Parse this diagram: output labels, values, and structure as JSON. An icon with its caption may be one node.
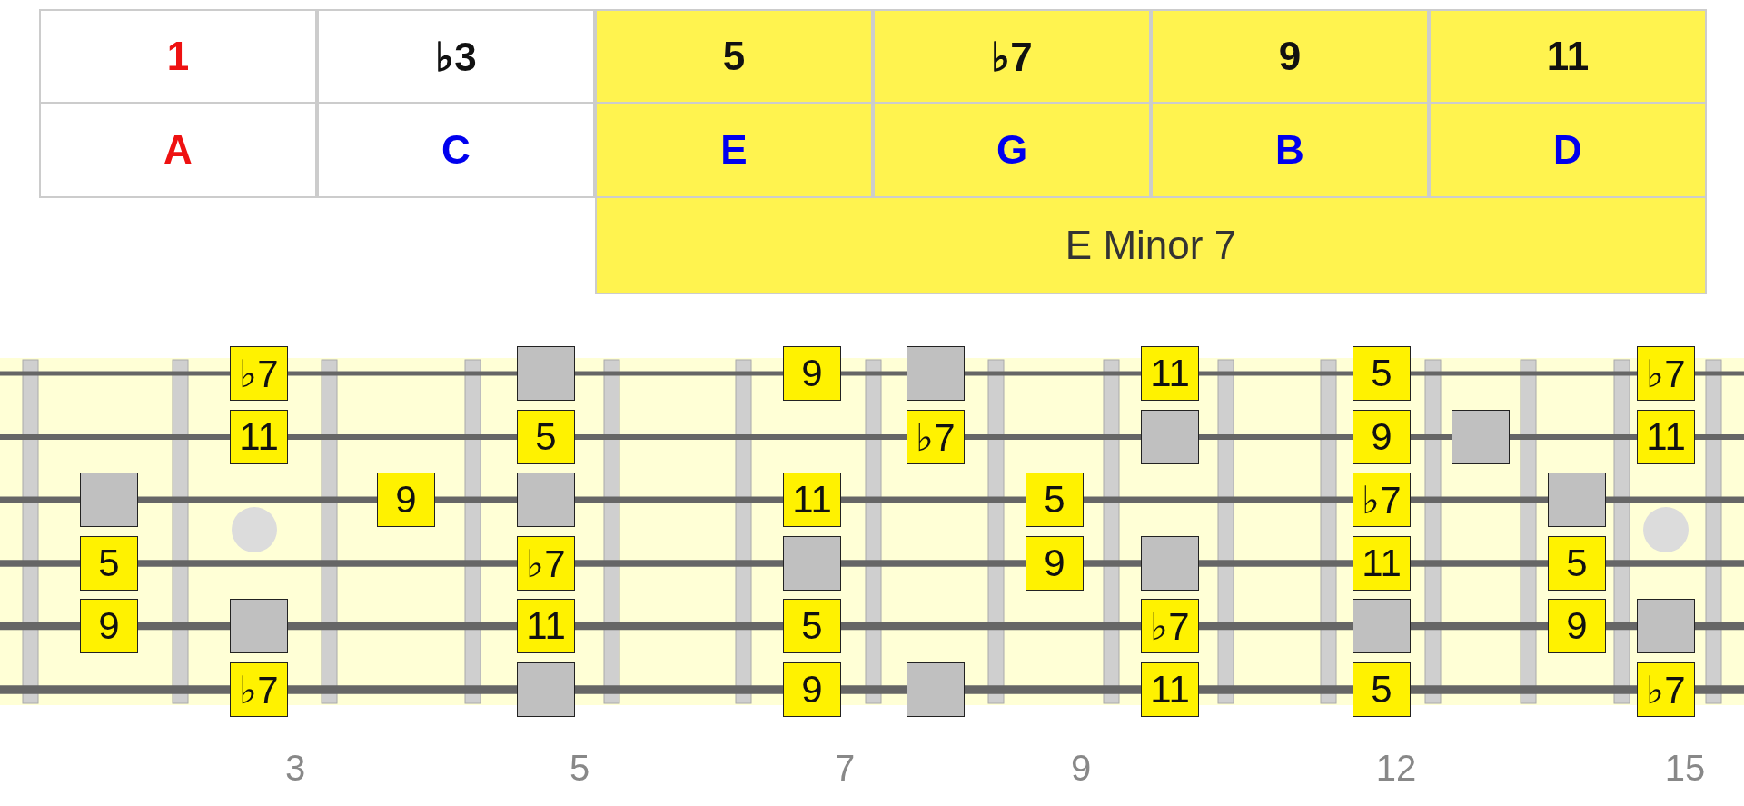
{
  "diagram": {
    "nodes": [
      {
        "text": [
          "♭7"
        ]
      },
      {
        "text": [],
        "shape": "box"
      },
      {
        "text": [
          "9"
        ]
      },
      {
        "text": [],
        "shape": "box"
      },
      {
        "text": [
          "11"
        ]
      },
      {
        "text": [
          "5"
        ]
      },
      {
        "text": [
          "♭7"
        ]
      },
      {
        "text": [
          "11"
        ]
      },
      {
        "text": [
          "5"
        ]
      },
      {
        "text": [
          "♭7"
        ]
      },
      {
        "text": [],
        "shape": "box"
      },
      {
        "text": [
          "9"
        ]
      },
      {
        "text": [],
        "shape": "box"
      },
      {
        "text": [
          "11"
        ]
      },
      {
        "text": [],
        "shape": "box"
      },
      {
        "text": [
          "9"
        ]
      },
      {
        "text": [],
        "shape": "box"
      },
      {
        "text": [
          "11"
        ]
      },
      {
        "text": [
          "5"
        ]
      },
      {
        "text": [
          "♭7"
        ]
      },
      {
        "text": [],
        "shape": "box"
      },
      {
        "text": [
          "5"
        ]
      },
      {
        "text": [
          "♭7"
        ]
      },
      {
        "text": [],
        "shape": "box"
      },
      {
        "text": [
          "9"
        ]
      },
      {
        "text": [],
        "shape": "box"
      },
      {
        "text": [
          "11"
        ]
      },
      {
        "text": [
          "5"
        ]
      },
      {
        "text": [
          "9"
        ]
      },
      {
        "text": [],
        "shape": "box"
      },
      {
        "text": [
          "11"
        ]
      },
      {
        "text": [
          "5"
        ]
      },
      {
        "text": [
          "♭7"
        ]
      },
      {
        "text": [],
        "shape": "box"
      },
      {
        "text": [
          "9"
        ]
      },
      {
        "text": [],
        "shape": "box"
      },
      {
        "text": [
          "♭7"
        ]
      },
      {
        "text": [],
        "shape": "box"
      },
      {
        "text": [
          "9"
        ]
      },
      {
        "text": [],
        "shape": "box"
      },
      {
        "text": [
          "11"
        ]
      },
      {
        "text": [
          "5"
        ]
      },
      {
        "text": [
          "♭7"
        ]
      }
    ],
    "edges": [],
    "labels": [
      "1",
      "♭3",
      "5",
      "♭7",
      "9",
      "11",
      "A",
      "C",
      "E",
      "G",
      "B",
      "D",
      "E Minor 7",
      "3",
      "5",
      "7",
      "9",
      "12",
      "15"
    ]
  }
}
